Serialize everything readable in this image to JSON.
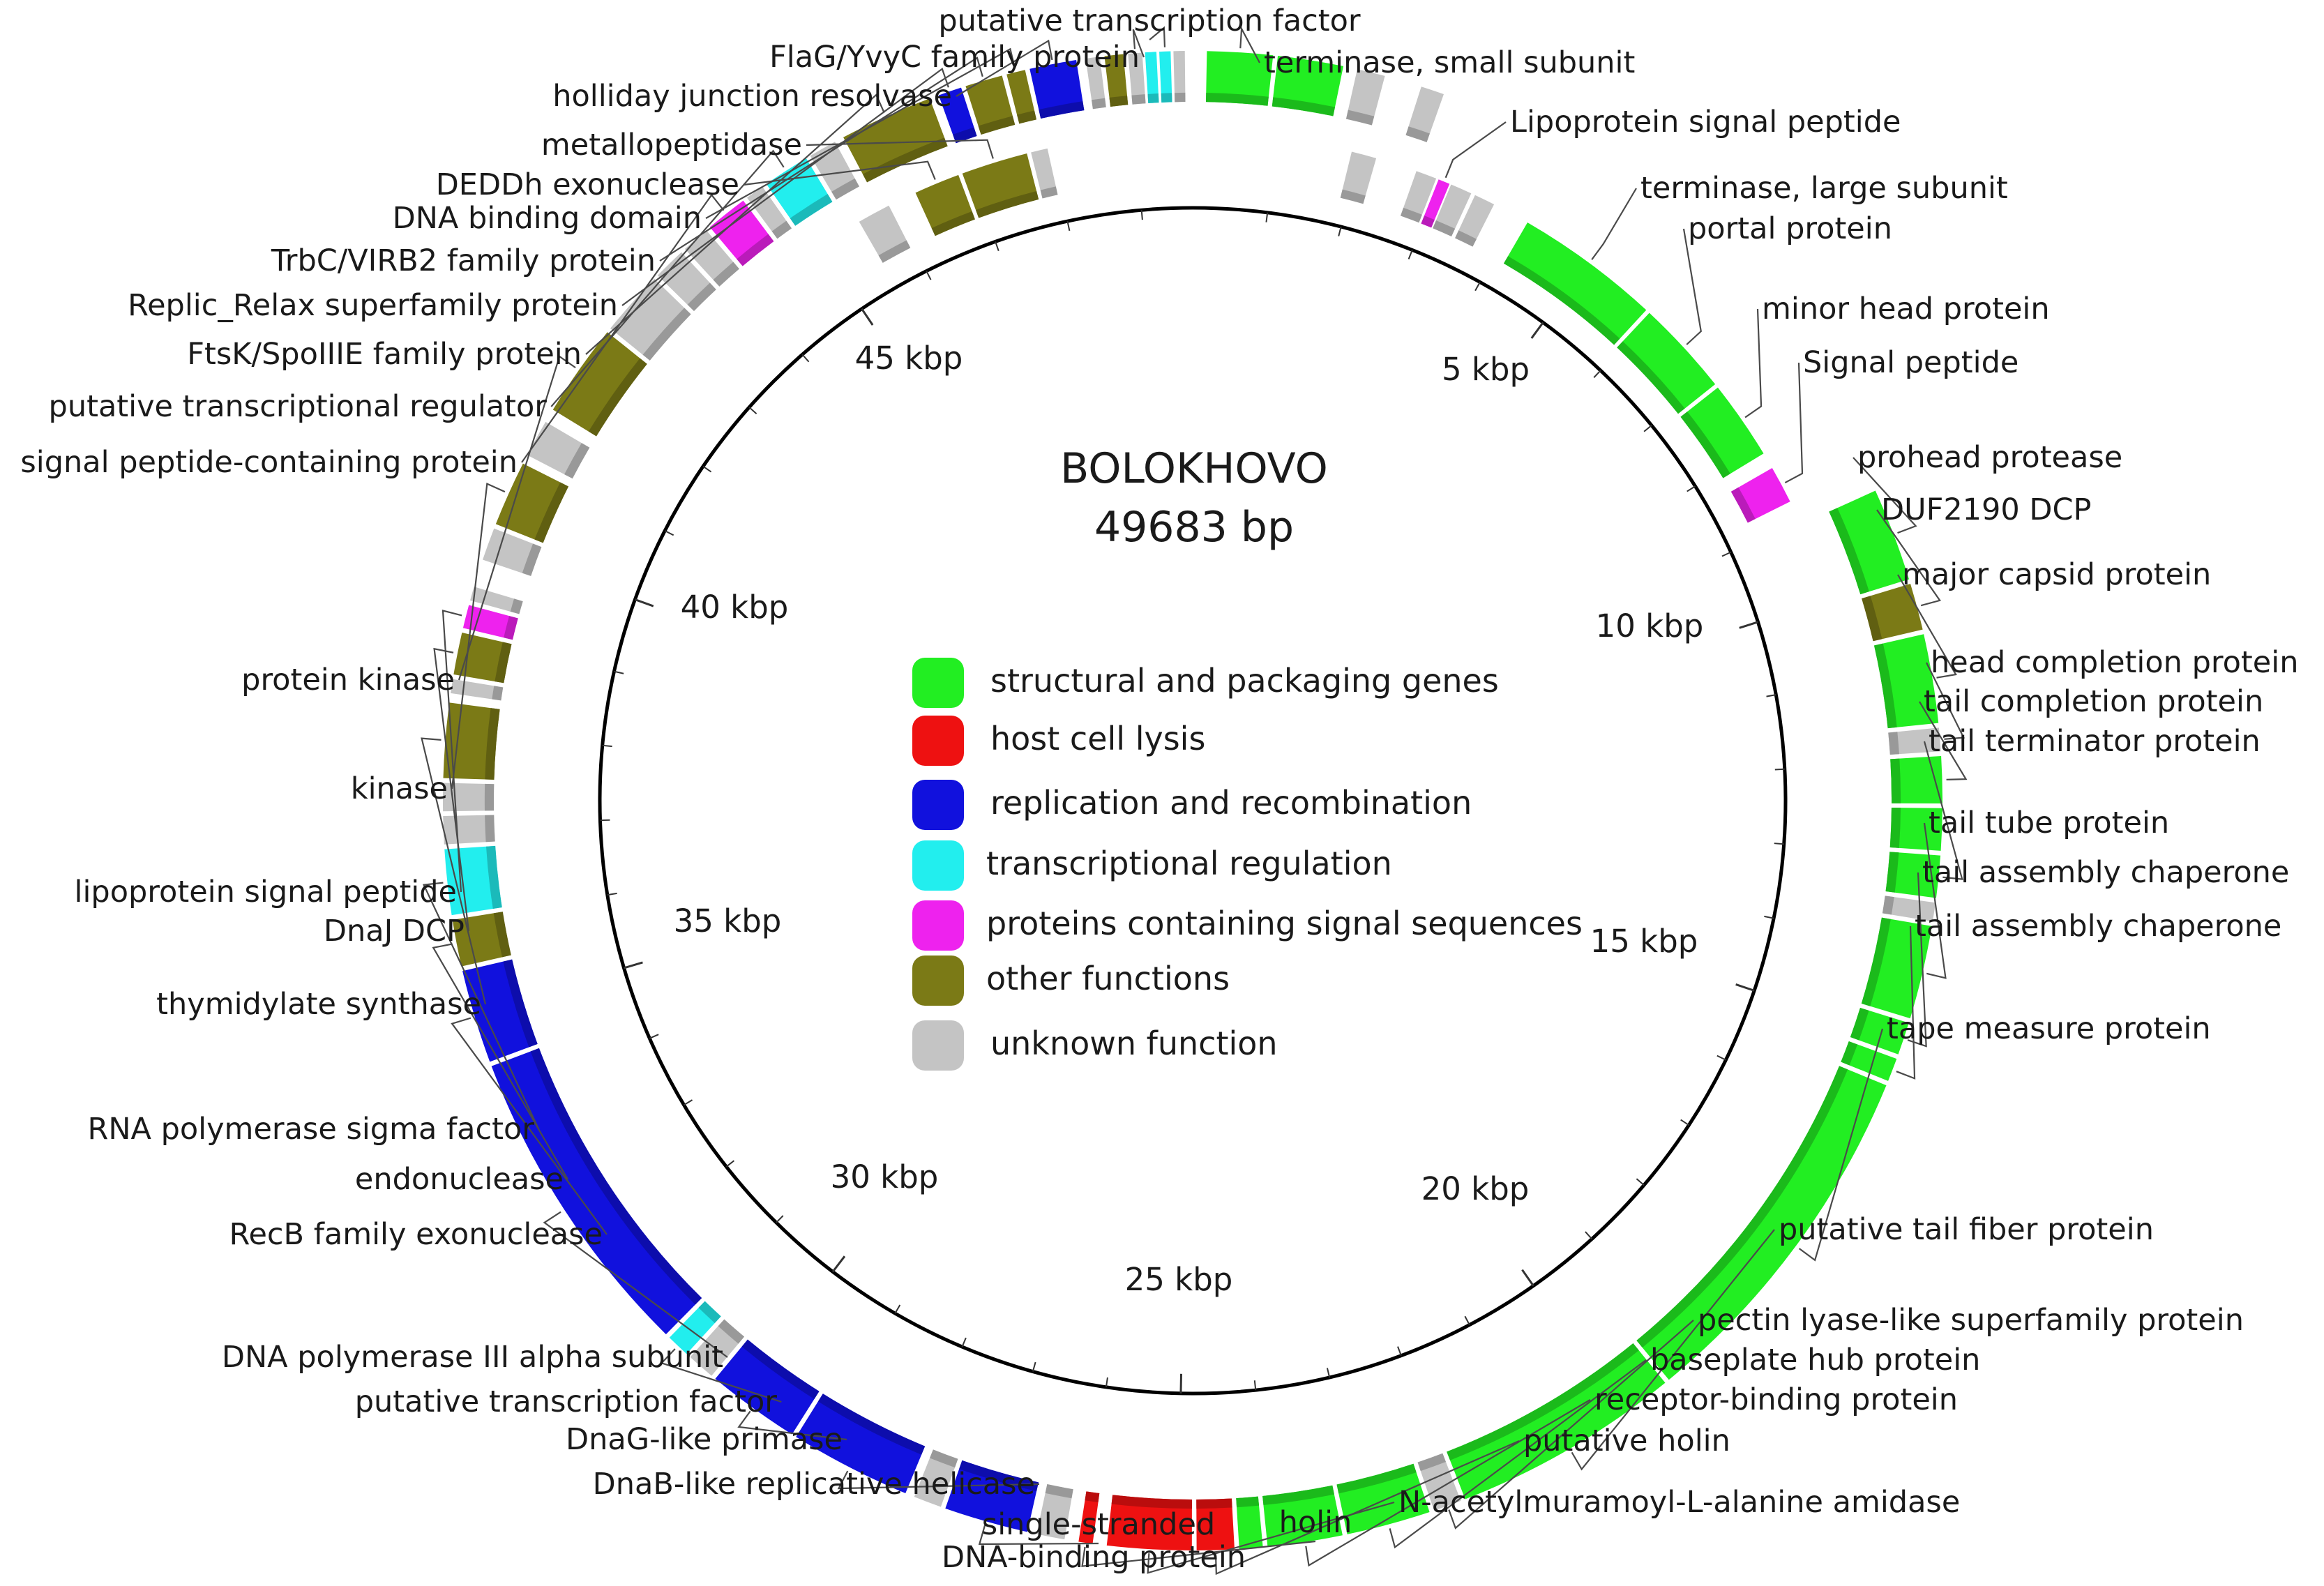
{
  "title": "BOLOKHOVO",
  "length_label": "49683 bp",
  "genome_length_bp": 49683,
  "colors": {
    "structural": "#22ee22",
    "lysis": "#ee1111",
    "replication": "#1111dd",
    "transcription": "#22eeee",
    "signal": "#ee22ee",
    "other": "#7b7a16",
    "unknown": "#c4c4c4"
  },
  "legend": [
    {
      "cat": "structural",
      "label": "structural and packaging genes"
    },
    {
      "cat": "lysis",
      "label": "host cell lysis"
    },
    {
      "cat": "replication",
      "label": "replication and recombination"
    },
    {
      "cat": "transcription",
      "label": "transcriptional regulation"
    },
    {
      "cat": "signal",
      "label": "proteins containing signal sequences"
    },
    {
      "cat": "other",
      "label": "other functions"
    },
    {
      "cat": "unknown",
      "label": "unknown function"
    }
  ],
  "ticks": [
    {
      "kbp": 5,
      "label": "5 kbp"
    },
    {
      "kbp": 10,
      "label": "10 kbp"
    },
    {
      "kbp": 15,
      "label": "15 kbp"
    },
    {
      "kbp": 20,
      "label": "20 kbp"
    },
    {
      "kbp": 25,
      "label": "25 kbp"
    },
    {
      "kbp": 30,
      "label": "30 kbp"
    },
    {
      "kbp": 35,
      "label": "35 kbp"
    },
    {
      "kbp": 40,
      "label": "40 kbp"
    },
    {
      "kbp": 45,
      "label": "45 kbp"
    }
  ],
  "genes": [
    {
      "id": "g1",
      "start": 0.15,
      "end": 0.85,
      "cat": "structural",
      "track": "outer"
    },
    {
      "id": "g2",
      "start": 0.9,
      "end": 1.6,
      "cat": "structural",
      "track": "outer"
    },
    {
      "id": "g3",
      "start": 1.75,
      "end": 2.05,
      "cat": "unknown",
      "track": "outer"
    },
    {
      "id": "g4",
      "start": 2.45,
      "end": 2.7,
      "cat": "unknown",
      "track": "outer"
    },
    {
      "id": "g5",
      "start": 1.9,
      "end": 2.2,
      "cat": "unknown",
      "track": "inner"
    },
    {
      "id": "g6",
      "start": 2.7,
      "end": 2.95,
      "cat": "unknown",
      "track": "inner"
    },
    {
      "id": "g7",
      "start": 2.98,
      "end": 3.12,
      "cat": "signal",
      "track": "inner"
    },
    {
      "id": "g8",
      "start": 3.14,
      "end": 3.4,
      "cat": "unknown",
      "track": "inner"
    },
    {
      "id": "g9",
      "start": 3.45,
      "end": 3.7,
      "cat": "unknown",
      "track": "inner"
    },
    {
      "id": "g10",
      "start": 4.15,
      "end": 5.9,
      "cat": "structural",
      "track": "inner"
    },
    {
      "id": "g11",
      "start": 5.95,
      "end": 7.1,
      "cat": "structural",
      "track": "inner"
    },
    {
      "id": "g12",
      "start": 7.15,
      "end": 8.1,
      "cat": "structural",
      "track": "inner"
    },
    {
      "id": "g13",
      "start": 8.3,
      "end": 8.75,
      "cat": "signal",
      "track": "inner"
    },
    {
      "id": "g14",
      "start": 9.05,
      "end": 10.05,
      "cat": "structural",
      "track": "outer"
    },
    {
      "id": "g15",
      "start": 10.1,
      "end": 10.6,
      "cat": "other",
      "track": "outer"
    },
    {
      "id": "g16",
      "start": 10.65,
      "end": 11.6,
      "cat": "structural",
      "track": "outer"
    },
    {
      "id": "g17",
      "start": 11.65,
      "end": 11.9,
      "cat": "unknown",
      "track": "outer"
    },
    {
      "id": "g18",
      "start": 11.95,
      "end": 12.45,
      "cat": "structural",
      "track": "outer"
    },
    {
      "id": "g19",
      "start": 12.5,
      "end": 12.95,
      "cat": "structural",
      "track": "outer"
    },
    {
      "id": "g20",
      "start": 13.0,
      "end": 13.45,
      "cat": "structural",
      "track": "outer"
    },
    {
      "id": "g21",
      "start": 13.5,
      "end": 13.7,
      "cat": "unknown",
      "track": "outer"
    },
    {
      "id": "g22",
      "start": 13.75,
      "end": 14.75,
      "cat": "structural",
      "track": "outer"
    },
    {
      "id": "g23",
      "start": 14.8,
      "end": 15.15,
      "cat": "structural",
      "track": "outer"
    },
    {
      "id": "g24",
      "start": 15.2,
      "end": 15.45,
      "cat": "structural",
      "track": "outer"
    },
    {
      "id": "g25",
      "start": 15.5,
      "end": 19.4,
      "cat": "structural",
      "track": "outer"
    },
    {
      "id": "g26",
      "start": 19.45,
      "end": 21.9,
      "cat": "structural",
      "track": "outer"
    },
    {
      "id": "g27",
      "start": 21.95,
      "end": 22.25,
      "cat": "unknown",
      "track": "outer"
    },
    {
      "id": "g28",
      "start": 22.3,
      "end": 23.2,
      "cat": "structural",
      "track": "outer"
    },
    {
      "id": "g29",
      "start": 23.25,
      "end": 24.05,
      "cat": "structural",
      "track": "outer"
    },
    {
      "id": "g30",
      "start": 24.1,
      "end": 24.35,
      "cat": "structural",
      "track": "outer"
    },
    {
      "id": "g31",
      "start": 24.4,
      "end": 24.8,
      "cat": "lysis",
      "track": "outer"
    },
    {
      "id": "g32",
      "start": 24.85,
      "end": 25.75,
      "cat": "lysis",
      "track": "outer"
    },
    {
      "id": "g33",
      "start": 25.9,
      "end": 26.05,
      "cat": "lysis",
      "track": "outer"
    },
    {
      "id": "g34",
      "start": 26.2,
      "end": 26.5,
      "cat": "unknown",
      "track": "outer"
    },
    {
      "id": "g35",
      "start": 26.6,
      "end": 27.5,
      "cat": "replication",
      "track": "outer"
    },
    {
      "id": "g36",
      "start": 27.55,
      "end": 27.85,
      "cat": "unknown",
      "track": "outer"
    },
    {
      "id": "g37",
      "start": 27.95,
      "end": 29.25,
      "cat": "replication",
      "track": "outer"
    },
    {
      "id": "g38",
      "start": 29.3,
      "end": 30.3,
      "cat": "replication",
      "track": "outer"
    },
    {
      "id": "g39",
      "start": 30.35,
      "end": 30.65,
      "cat": "unknown",
      "track": "outer"
    },
    {
      "id": "g40",
      "start": 30.7,
      "end": 30.95,
      "cat": "transcription",
      "track": "outer"
    },
    {
      "id": "g41",
      "start": 31.0,
      "end": 34.4,
      "cat": "replication",
      "track": "outer"
    },
    {
      "id": "g42",
      "start": 34.45,
      "end": 35.45,
      "cat": "replication",
      "track": "outer"
    },
    {
      "id": "g43",
      "start": 35.5,
      "end": 36.0,
      "cat": "other",
      "track": "outer"
    },
    {
      "id": "g44",
      "start": 36.05,
      "end": 36.75,
      "cat": "transcription",
      "track": "outer"
    },
    {
      "id": "g45",
      "start": 36.8,
      "end": 37.1,
      "cat": "unknown",
      "track": "outer"
    },
    {
      "id": "g46",
      "start": 37.15,
      "end": 37.45,
      "cat": "unknown",
      "track": "outer"
    },
    {
      "id": "g47",
      "start": 37.5,
      "end": 38.3,
      "cat": "other",
      "track": "outer"
    },
    {
      "id": "g48",
      "start": 38.4,
      "end": 38.55,
      "cat": "unknown",
      "track": "outer"
    },
    {
      "id": "g49",
      "start": 38.6,
      "end": 39.05,
      "cat": "other",
      "track": "outer"
    },
    {
      "id": "g50",
      "start": 39.1,
      "end": 39.35,
      "cat": "signal",
      "track": "outer"
    },
    {
      "id": "g51",
      "start": 39.4,
      "end": 39.55,
      "cat": "unknown",
      "track": "outer"
    },
    {
      "id": "g52",
      "start": 39.85,
      "end": 40.2,
      "cat": "unknown",
      "track": "outer"
    },
    {
      "id": "g53",
      "start": 40.25,
      "end": 40.95,
      "cat": "other",
      "track": "outer"
    },
    {
      "id": "g54",
      "start": 41.05,
      "end": 41.45,
      "cat": "unknown",
      "track": "outer"
    },
    {
      "id": "g55",
      "start": 41.6,
      "end": 42.6,
      "cat": "other",
      "track": "outer"
    },
    {
      "id": "g56",
      "start": 42.65,
      "end": 43.35,
      "cat": "unknown",
      "track": "outer"
    },
    {
      "id": "g57",
      "start": 43.4,
      "end": 43.75,
      "cat": "unknown",
      "track": "outer"
    },
    {
      "id": "g58",
      "start": 43.8,
      "end": 44.1,
      "cat": "unknown",
      "track": "outer"
    },
    {
      "id": "g59",
      "start": 44.15,
      "end": 44.6,
      "cat": "signal",
      "track": "outer"
    },
    {
      "id": "g60",
      "start": 44.65,
      "end": 44.85,
      "cat": "unknown",
      "track": "outer"
    },
    {
      "id": "g61",
      "start": 44.9,
      "end": 45.4,
      "cat": "transcription",
      "track": "outer"
    },
    {
      "id": "g62",
      "start": 45.45,
      "end": 45.75,
      "cat": "unknown",
      "track": "outer"
    },
    {
      "id": "g63",
      "start": 45.85,
      "end": 46.85,
      "cat": "other",
      "track": "outer"
    },
    {
      "id": "g64",
      "start": 46.95,
      "end": 47.2,
      "cat": "replication",
      "track": "outer"
    },
    {
      "id": "g65",
      "start": 47.25,
      "end": 47.65,
      "cat": "other",
      "track": "outer"
    },
    {
      "id": "g66",
      "start": 47.7,
      "end": 47.9,
      "cat": "other",
      "track": "outer"
    },
    {
      "id": "g67",
      "start": 45.55,
      "end": 45.95,
      "cat": "unknown",
      "track": "inner"
    },
    {
      "id": "g68",
      "start": 46.3,
      "end": 46.85,
      "cat": "other",
      "track": "inner"
    },
    {
      "id": "g69",
      "start": 46.9,
      "end": 47.7,
      "cat": "other",
      "track": "inner"
    },
    {
      "id": "g70",
      "start": 47.75,
      "end": 47.95,
      "cat": "unknown",
      "track": "inner"
    },
    {
      "id": "g71",
      "start": 47.95,
      "end": 48.45,
      "cat": "replication",
      "track": "outer"
    },
    {
      "id": "g72",
      "start": 48.55,
      "end": 48.7,
      "cat": "unknown",
      "track": "outer"
    },
    {
      "id": "g73",
      "start": 48.75,
      "end": 48.95,
      "cat": "other",
      "track": "outer"
    },
    {
      "id": "g74",
      "start": 49.0,
      "end": 49.15,
      "cat": "unknown",
      "track": "outer"
    },
    {
      "id": "g75",
      "start": 49.18,
      "end": 49.3,
      "cat": "transcription",
      "track": "outer"
    },
    {
      "id": "g76",
      "start": 49.33,
      "end": 49.45,
      "cat": "transcription",
      "track": "outer"
    },
    {
      "id": "g77",
      "start": 49.48,
      "end": 49.6,
      "cat": "unknown",
      "track": "outer"
    }
  ],
  "labels": [
    {
      "text": "putative transcription factor",
      "gene": "g76",
      "align": "middle"
    },
    {
      "text": "FlaG/YvyC family protein",
      "gene": "g74",
      "align": "end"
    },
    {
      "text": "terminase, small subunit",
      "gene": "g1",
      "align": "start"
    },
    {
      "text": "holliday junction resolvase",
      "gene": "g71",
      "align": "end"
    },
    {
      "text": "Lipoprotein signal peptide",
      "gene": "g7",
      "align": "start"
    },
    {
      "text": "metallopeptidase",
      "gene": "g69",
      "align": "end"
    },
    {
      "text": "terminase, large subunit",
      "gene": "g10",
      "align": "start"
    },
    {
      "text": "DEDDh exonuclease",
      "gene": "g68",
      "align": "end"
    },
    {
      "text": "DNA binding domain",
      "gene": "g66",
      "align": "end"
    },
    {
      "text": "portal protein",
      "gene": "g11",
      "align": "start"
    },
    {
      "text": "TrbC/VIRB2 family protein",
      "gene": "g65",
      "align": "end"
    },
    {
      "text": "Replic_Relax superfamily protein",
      "gene": "g64",
      "align": "end"
    },
    {
      "text": "minor head protein",
      "gene": "g12",
      "align": "start"
    },
    {
      "text": "FtsK/SpoIIIE family protein",
      "gene": "g63",
      "align": "end"
    },
    {
      "text": "Signal peptide",
      "gene": "g13",
      "align": "start"
    },
    {
      "text": "putative transcriptional regulator",
      "gene": "g61",
      "align": "end"
    },
    {
      "text": "prohead protease",
      "gene": "g14",
      "align": "start"
    },
    {
      "text": "signal peptide-containing protein",
      "gene": "g59",
      "align": "end"
    },
    {
      "text": "DUF2190 DCP",
      "gene": "g15",
      "align": "start"
    },
    {
      "text": "major capsid protein",
      "gene": "g16",
      "align": "start"
    },
    {
      "text": "head completion protein",
      "gene": "g17",
      "align": "start"
    },
    {
      "text": "protein kinase",
      "gene": "g55",
      "align": "end"
    },
    {
      "text": "tail completion protein",
      "gene": "g18",
      "align": "start"
    },
    {
      "text": "tail terminator protein",
      "gene": "g20",
      "align": "start"
    },
    {
      "text": "kinase",
      "gene": "g53",
      "align": "end"
    },
    {
      "text": "tail tube protein",
      "gene": "g22",
      "align": "start"
    },
    {
      "text": "tail assembly chaperone",
      "gene": "g23",
      "align": "start"
    },
    {
      "text": "lipoprotein signal peptide",
      "gene": "g50",
      "align": "end"
    },
    {
      "text": "tail assembly chaperone",
      "gene": "g24",
      "align": "start"
    },
    {
      "text": "DnaJ DCP",
      "gene": "g49",
      "align": "end"
    },
    {
      "text": "thymidylate synthase",
      "gene": "g47",
      "align": "end"
    },
    {
      "text": "tape measure protein",
      "gene": "g25",
      "align": "start"
    },
    {
      "text": "RNA polymerase sigma factor",
      "gene": "g44",
      "align": "end"
    },
    {
      "text": "endonuclease",
      "gene": "g43",
      "align": "end"
    },
    {
      "text": "putative tail fiber protein",
      "gene": "g26",
      "align": "start"
    },
    {
      "text": "RecB family exonuclease",
      "gene": "g42",
      "align": "end"
    },
    {
      "text": "pectin lyase-like superfamily protein",
      "gene": "g27",
      "align": "start"
    },
    {
      "text": "DNA polymerase III alpha subunit",
      "gene": "g41",
      "align": "end"
    },
    {
      "text": "baseplate hub protein",
      "gene": "g28",
      "align": "start"
    },
    {
      "text": "putative transcription factor",
      "gene": "g40",
      "align": "end"
    },
    {
      "text": "receptor-binding protein",
      "gene": "g29",
      "align": "start"
    },
    {
      "text": "DnaG-like primase",
      "gene": "g38",
      "align": "end"
    },
    {
      "text": "putative holin",
      "gene": "g31",
      "align": "start"
    },
    {
      "text": "DnaB-like replicative helicase",
      "gene": "g37",
      "align": "end"
    },
    {
      "text": "N-acetylmuramoyl-L-alanine amidase",
      "gene": "g32",
      "align": "start"
    },
    {
      "text": "holin",
      "gene": "g33",
      "align": "middle"
    },
    {
      "text": "single-stranded",
      "gene": "g35",
      "align": "middle"
    },
    {
      "text": "DNA-binding protein",
      "gene": null,
      "align": "middle"
    }
  ]
}
